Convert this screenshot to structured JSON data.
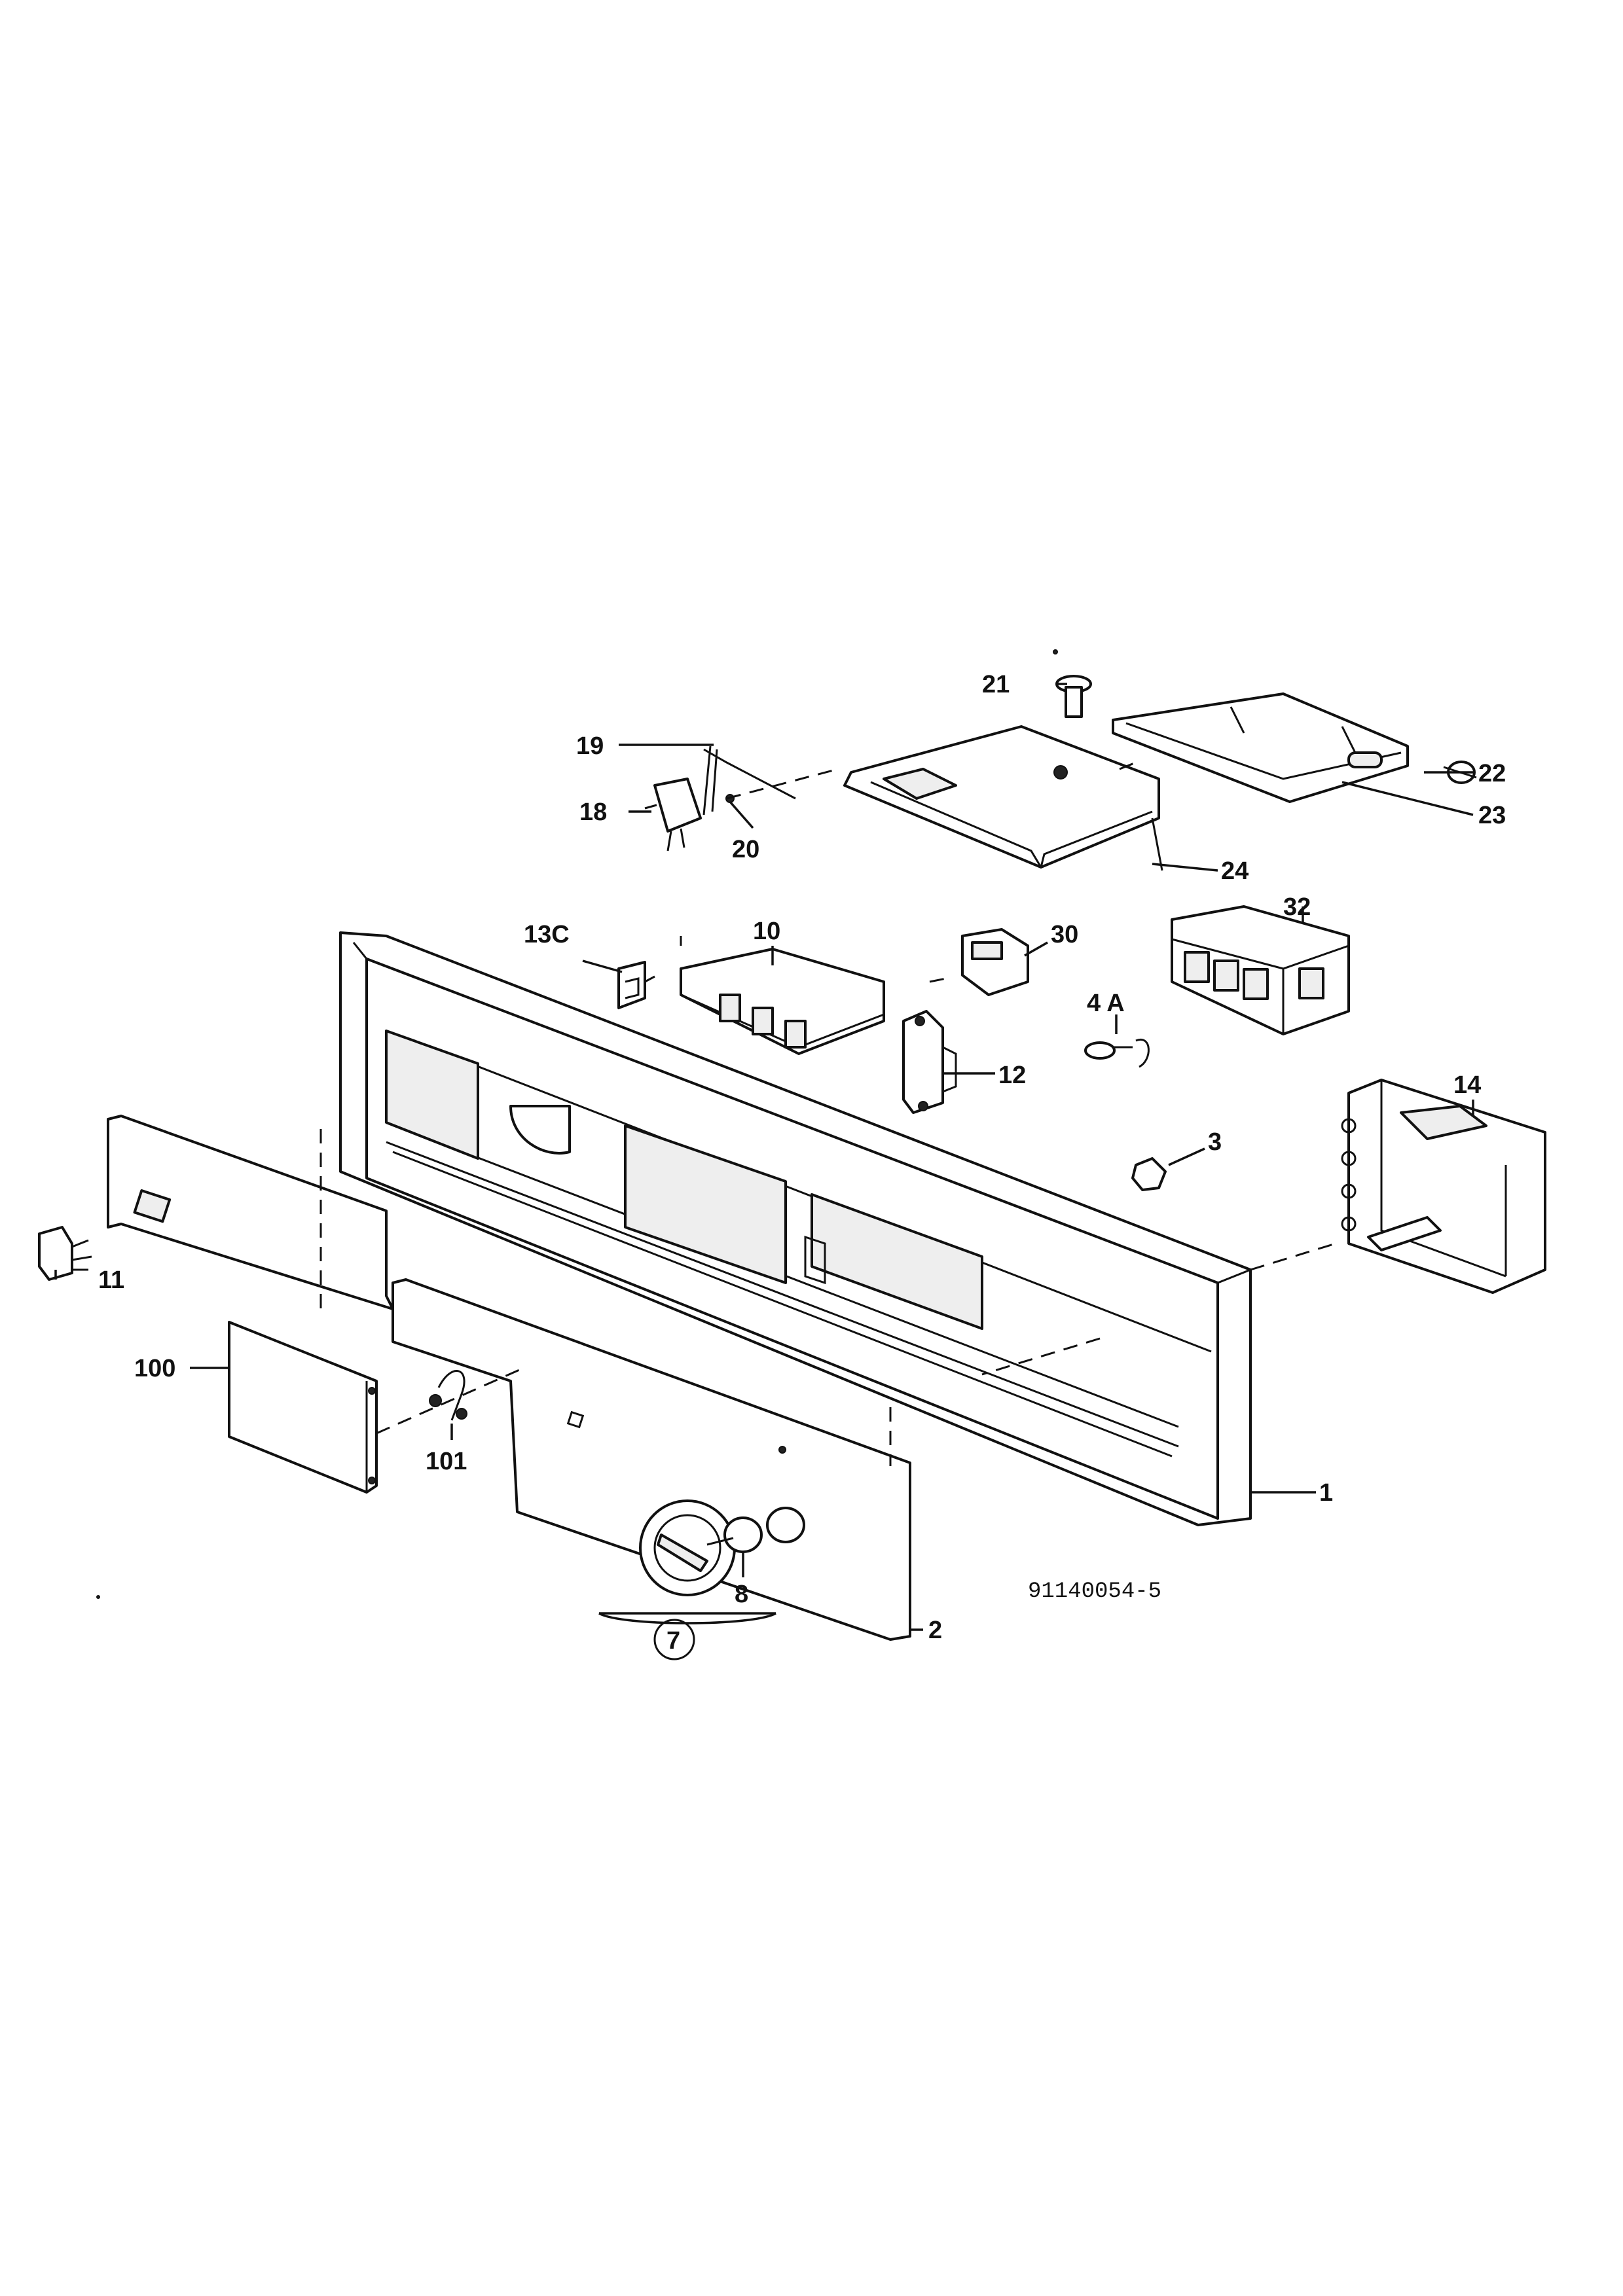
{
  "diagram": {
    "document_number": "91140054-5",
    "callouts": {
      "c1": "1",
      "c2": "2",
      "c3": "3",
      "c4a": "4 A",
      "c7": "7",
      "c8": "8",
      "c10": "10",
      "c11": "11",
      "c12": "12",
      "c13c": "13C",
      "c14": "14",
      "c18": "18",
      "c19": "19",
      "c20": "20",
      "c21": "21",
      "c22": "22",
      "c23": "23",
      "c24": "24",
      "c30": "30",
      "c32": "32",
      "c100": "100",
      "c101": "101"
    }
  }
}
